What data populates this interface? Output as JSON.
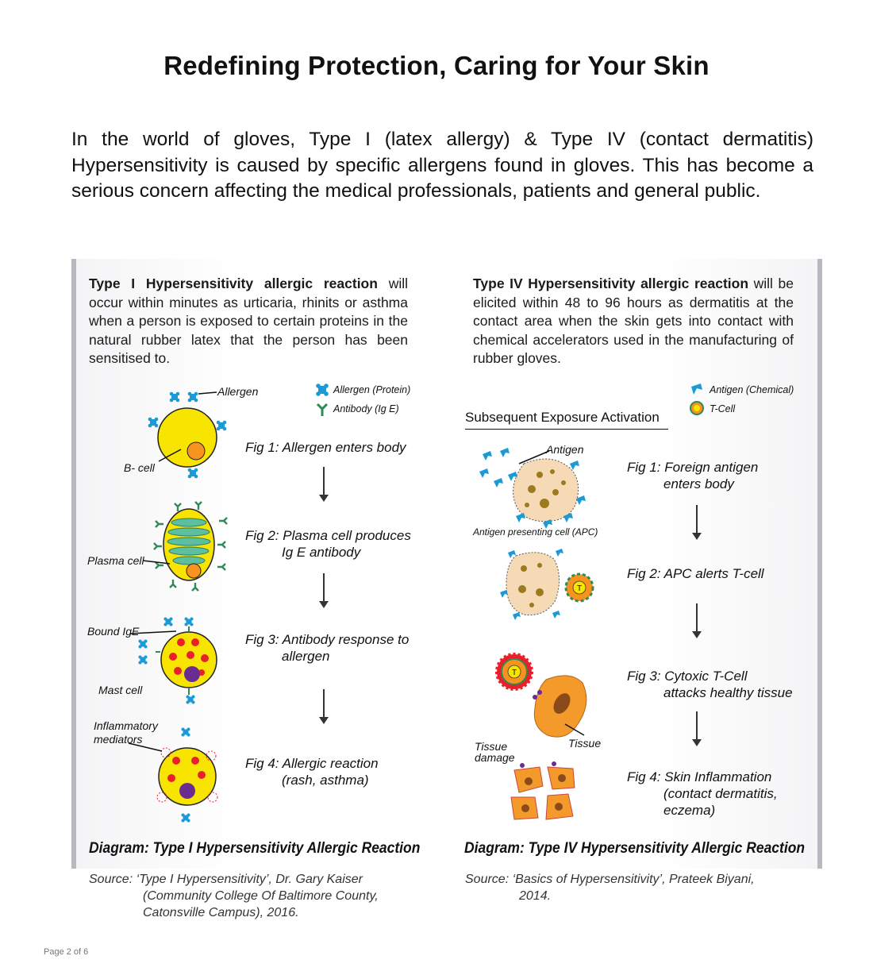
{
  "title": "Redefining Protection, Caring for Your Skin",
  "intro": "In the world of gloves, Type I (latex allergy) & Type IV (contact dermatitis) Hypersensitivity is caused by specific allergens found in gloves. This has become a serious concern affecting the medical professionals, patients and general public.",
  "left": {
    "intro_bold": "Type I Hypersensitivity allergic reaction",
    "intro_rest": " will occur within minutes as urticaria, rhinits or asthma when a person is exposed to certain proteins in the natural rubber latex that the person has been sensitised to.",
    "legend_allergen": "Allergen (Protein)",
    "legend_antibody": "Antibody (Ig E)",
    "labels": {
      "allergen": "Allergen",
      "b_cell": "B- cell",
      "plasma_cell": "Plasma cell",
      "bound_ige": "Bound IgE",
      "mast_cell": "Mast cell",
      "inflammatory_1": "Inflammatory",
      "inflammatory_2": "mediators"
    },
    "figs": [
      {
        "line1": "Fig 1: Allergen enters body",
        "line2": ""
      },
      {
        "line1": "Fig 2: Plasma cell produces",
        "line2": "Ig E antibody"
      },
      {
        "line1": "Fig 3: Antibody response to",
        "line2": "allergen"
      },
      {
        "line1": "Fig 4: Allergic reaction",
        "line2": "(rash, asthma)"
      }
    ],
    "diagram_caption": "Diagram: Type I Hypersensitivity Allergic Reaction",
    "source_line1": "Source: ‘Type I Hypersensitivity’, Dr. Gary Kaiser",
    "source_line2": "(Community College Of Baltimore County,",
    "source_line3": "Catonsville Campus), 2016."
  },
  "right": {
    "intro_bold": "Type IV Hypersensitivity allergic reaction",
    "intro_rest": " will be elicited within 48 to 96 hours as dermatitis at the contact area when the skin gets into contact with chemical accelerators used in the manufacturing of rubber gloves.",
    "legend_antigen": "Antigen (Chemical)",
    "legend_tcell": "T-Cell",
    "subsequent": "Subsequent Exposure Activation",
    "labels": {
      "antigen": "Antigen",
      "apc": "Antigen presenting cell (APC)",
      "tissue": "Tissue",
      "tissue_damage_1": "Tissue",
      "tissue_damage_2": "damage",
      "t_letter": "T"
    },
    "figs": [
      {
        "line1": "Fig 1: Foreign antigen",
        "line2": "enters body"
      },
      {
        "line1": "Fig 2: APC alerts T-cell",
        "line2": ""
      },
      {
        "line1": "Fig 3: Cytoxic T-Cell",
        "line2": "attacks healthy tissue"
      },
      {
        "line1": "Fig 4: Skin Inflammation",
        "line2": "(contact dermatitis,",
        "line3": "eczema)"
      }
    ],
    "diagram_caption": "Diagram: Type IV Hypersensitivity Allergic Reaction",
    "source_line1": "Source: ‘Basics of Hypersensitivity’, Prateek Biyani,",
    "source_line2": "2014."
  },
  "page_number": "Page 2 of 6",
  "colors": {
    "cell_yellow": "#f7e400",
    "nucleus_orange": "#f7931e",
    "allergen_blue": "#1b9ad6",
    "antibody_green": "#2e8b57",
    "granule_red": "#e8202a",
    "nucleus_purple": "#6a2c91",
    "apc_beige": "#f6d9b5",
    "tissue_orange": "#f39a2b"
  }
}
